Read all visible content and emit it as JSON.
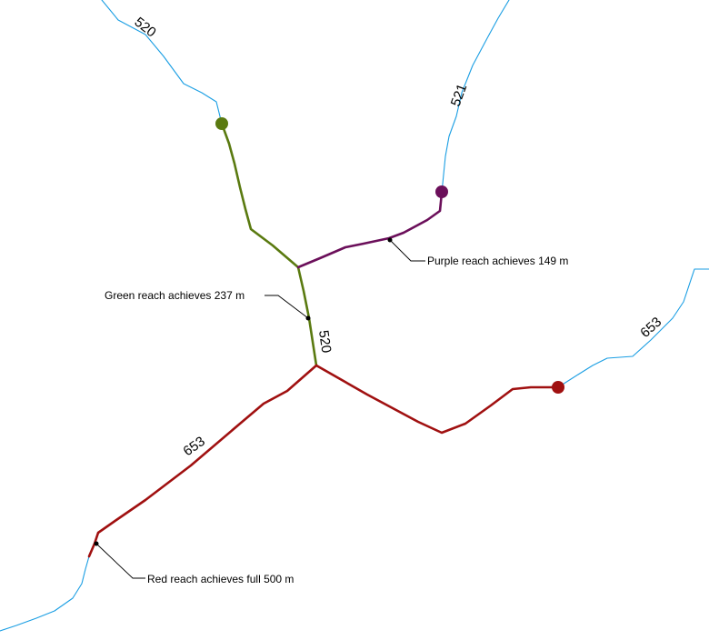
{
  "colors": {
    "stream": "#1a9ee3",
    "green": "#5a7a10",
    "purple": "#6b0f5a",
    "red": "#a01010",
    "callout": "#000000"
  },
  "route_labels": {
    "top_left": "520",
    "top_middle": "521",
    "right": "653",
    "center": "520",
    "lower_left": "653"
  },
  "callouts": {
    "purple": "Purple reach achieves 149 m",
    "green": "Green reach achieves 237 m",
    "red": "Red reach achieves full 500 m"
  },
  "reach_lengths_m": {
    "green": 237,
    "purple": 149,
    "red": 500
  }
}
